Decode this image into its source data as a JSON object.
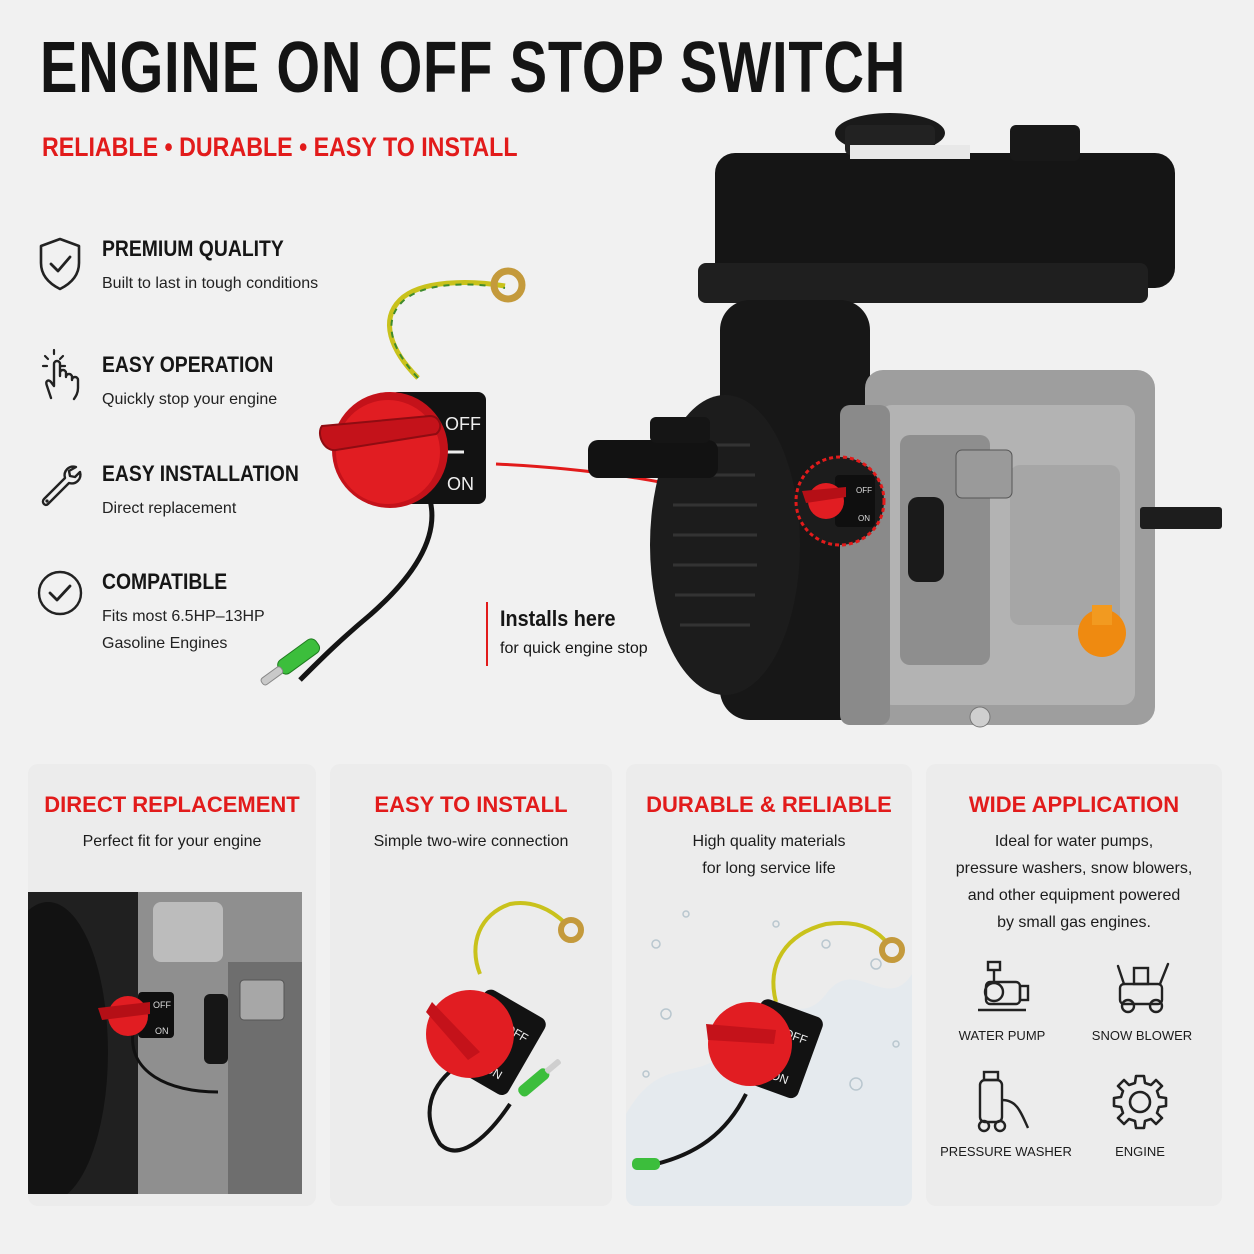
{
  "title": "ENGINE ON OFF STOP SWITCH",
  "tagline": "RELIABLE • DURABLE • EASY TO INSTALL",
  "features": [
    {
      "icon": "shield-check-icon",
      "title": "PREMIUM QUALITY",
      "lines": [
        "Built to last in tough conditions"
      ]
    },
    {
      "icon": "hand-tap-icon",
      "title": "EASY OPERATION",
      "lines": [
        "Quickly stop your engine"
      ]
    },
    {
      "icon": "wrench-icon",
      "title": "EASY INSTALLATION",
      "lines": [
        "Direct replacement"
      ]
    },
    {
      "icon": "check-circle-icon",
      "title": "COMPATIBLE",
      "lines": [
        "Fits most 6.5HP–13HP",
        "Gasoline Engines"
      ]
    }
  ],
  "switch": {
    "off_label": "OFF",
    "on_label": "ON"
  },
  "install_note": {
    "title": "Installs here",
    "subtitle": "for quick engine stop"
  },
  "cards": [
    {
      "title": "DIRECT REPLACEMENT",
      "lines": [
        "Perfect fit for your engine"
      ]
    },
    {
      "title": "EASY TO INSTALL",
      "lines": [
        "Simple two-wire connection"
      ]
    },
    {
      "title": "DURABLE & RELIABLE",
      "lines": [
        "High quality materials",
        "for long service life"
      ]
    },
    {
      "title": "WIDE APPLICATION",
      "lines": [
        "Ideal for water pumps,",
        "pressure washers, snow blowers,",
        "and other equipment powered",
        "by small gas engines."
      ]
    }
  ],
  "applications": [
    {
      "icon": "water-pump-icon",
      "label": "WATER PUMP"
    },
    {
      "icon": "snow-blower-icon",
      "label": "SNOW BLOWER"
    },
    {
      "icon": "pressure-washer-icon",
      "label": "PRESSURE WASHER"
    },
    {
      "icon": "engine-gear-icon",
      "label": "ENGINE"
    }
  ],
  "colors": {
    "accent": "#e21b1b",
    "knob": "#d8151b",
    "dark": "#161616"
  }
}
